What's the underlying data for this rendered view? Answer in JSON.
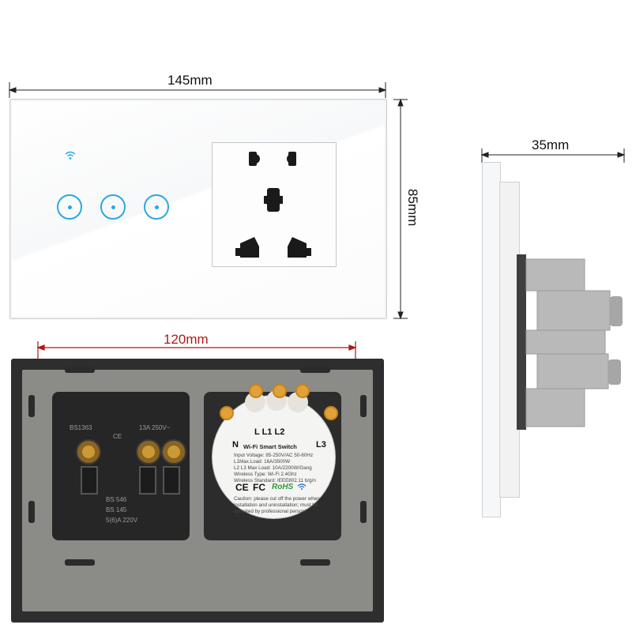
{
  "dimensions": {
    "width": "145mm",
    "height": "85mm",
    "depth": "35mm",
    "mounting": "120mm"
  },
  "front": {
    "wifi_icon": "wifi-icon",
    "touch_buttons": [
      "touch-button-1",
      "touch-button-2",
      "touch-button-3"
    ]
  },
  "back": {
    "socket_labels": {
      "bs1363": "BS1363",
      "ce": "CE",
      "rating": "13A 250V~",
      "bs_a": "BS 546",
      "bs_b": "BS 145",
      "rating_b": "5(6)A 220V"
    },
    "module": {
      "terminals_top": "L  L1 L2",
      "neutral": "N",
      "l3": "L3",
      "title": "Wi-Fi Smart Switch",
      "specs": [
        "Input Voltage: 95-250V/AC 50-60Hz",
        "L1Max.Load: 16A/3500W",
        "L2 L3 Max Load: 10A/2200W/Gang",
        "Wireless Type: Wi-Fi 2.4Ghz",
        "Wireless Standard: IEEE802.11 b/g/n"
      ],
      "marks": {
        "ce": "CE",
        "fc": "FC",
        "rohs": "RoHS"
      },
      "caution": [
        "Caution: please cut off the power when",
        "installation and uninstallation; must be",
        "operated by professional person!"
      ]
    }
  },
  "colors": {
    "touch_blue": "#27a9e1",
    "dimension_red": "#b01818",
    "rohs_green": "#2e9a3a"
  }
}
